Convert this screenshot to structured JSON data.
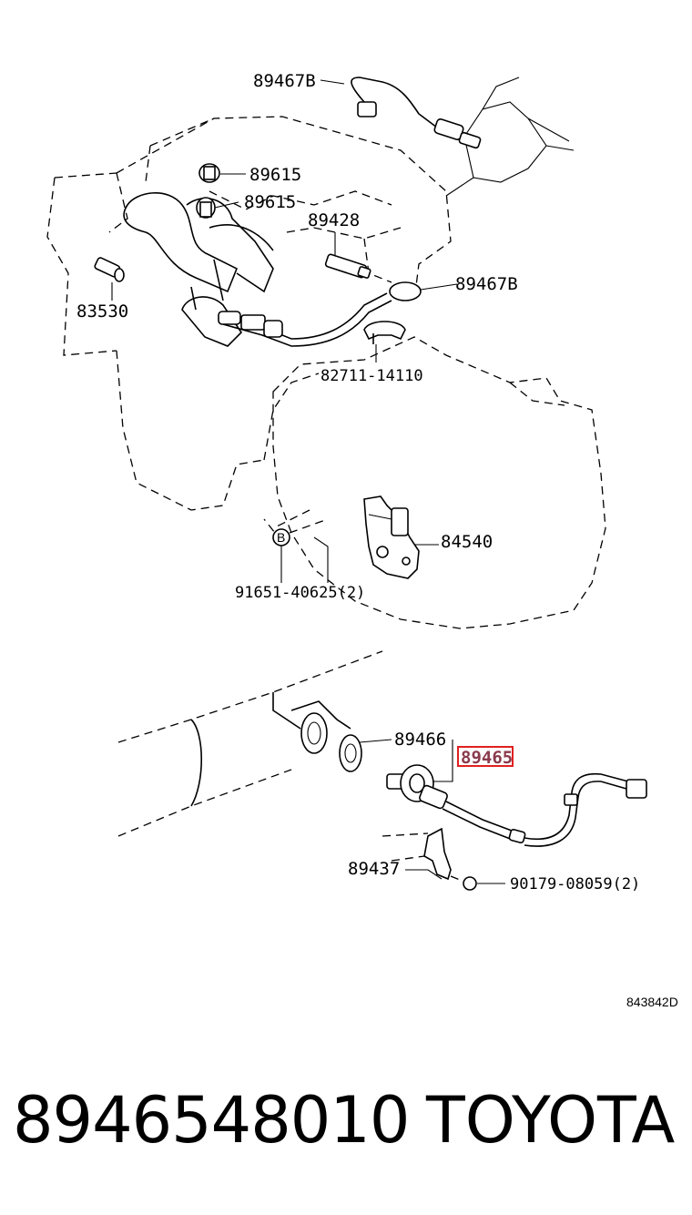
{
  "labels": {
    "p89467b_top": "89467B",
    "p89615_a": "89615",
    "p89615_b": "89615",
    "p89428": "89428",
    "p89467b_mid": "89467B",
    "p83530": "83530",
    "p82711": "82711-14110",
    "p84540": "84540",
    "p91651": "91651-40625(2)",
    "p89466": "89466",
    "p89465": "89465",
    "p89437": "89437",
    "p90179": "90179-08059(2)",
    "bolt_marker": "B",
    "diagram_code": "843842D"
  },
  "footer": {
    "part_number": "8946548010",
    "brand": "TOYOTA"
  },
  "colors": {
    "line": "#000000",
    "highlight_box": "#e02020",
    "highlight_text": "#8a3a4c"
  }
}
